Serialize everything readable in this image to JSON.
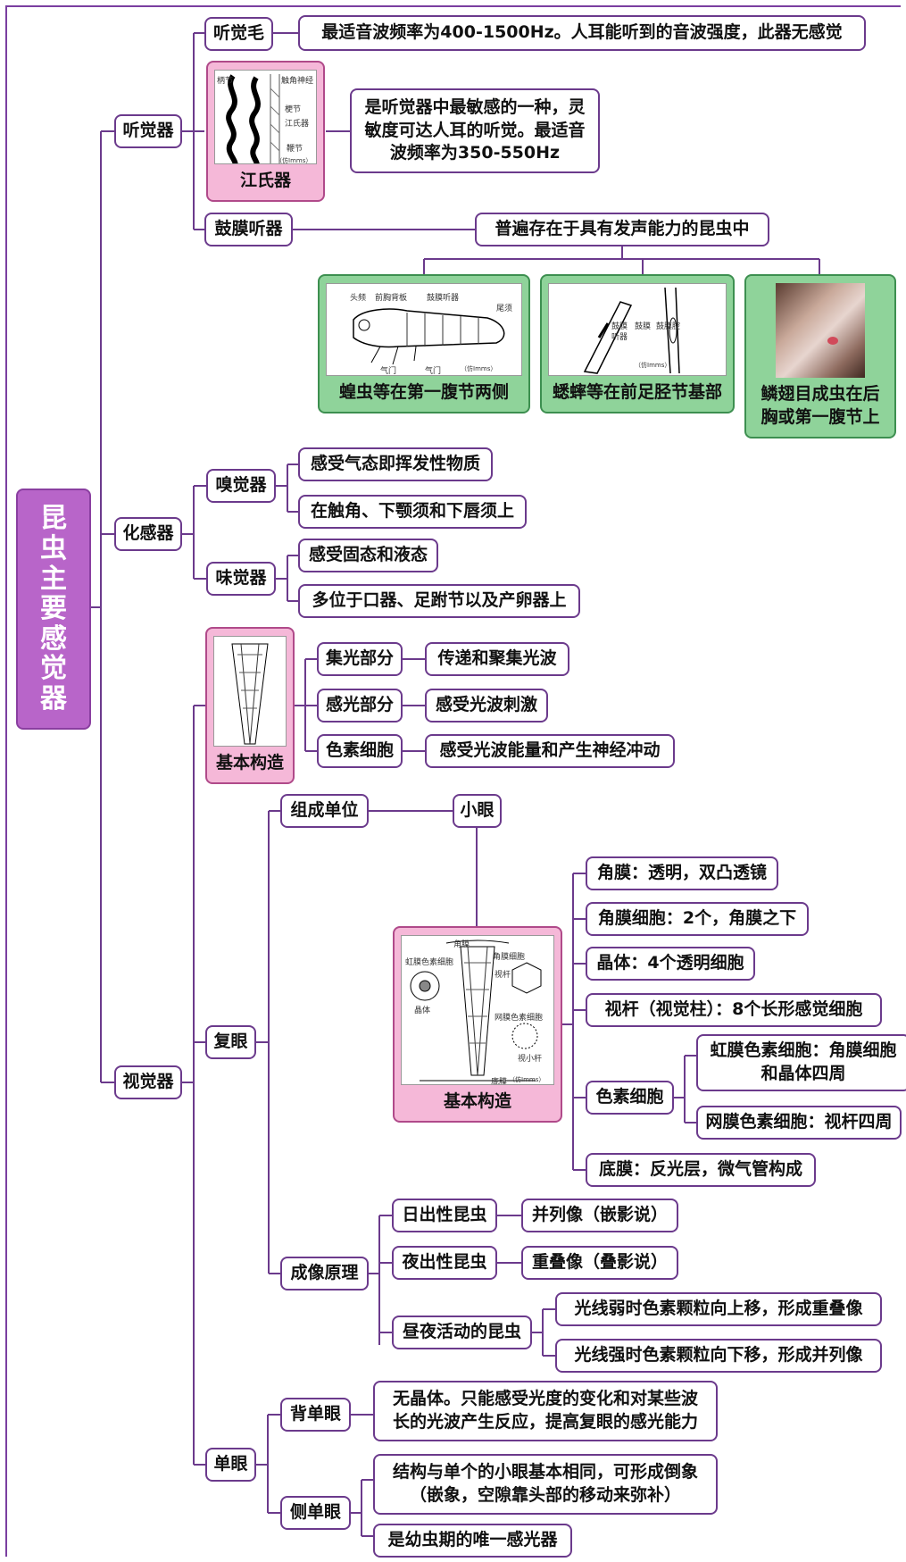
{
  "root": {
    "title": [
      "昆",
      "虫",
      "主",
      "要",
      "感",
      "觉",
      "器"
    ]
  },
  "hearing": {
    "label": "听觉器",
    "hair": {
      "label": "听觉毛",
      "desc": "最适音波频率为400-1500Hz。人耳能听到的音波强度，此器无感觉"
    },
    "johnston": {
      "caption": "江氏器",
      "desc": "是听觉器中最敏感的一种，灵敏度可达人耳的听觉。最适音波频率为350-550Hz",
      "pic_labels": [
        "柄节",
        "触角神经",
        "梗节",
        "江氏器",
        "鞭节",
        "（仿Imms）"
      ]
    },
    "tympanal": {
      "label": "鼓膜听器",
      "desc": "普遍存在于具有发声能力的昆虫中",
      "cards": [
        {
          "caption": "蝗虫等在第一腹节两侧",
          "pic_labels": [
            "头频",
            "前胸背板",
            "鼓膜听器",
            "尾须",
            "气门",
            "气门",
            "（仿Imms）"
          ]
        },
        {
          "caption": "蟋蟀等在前足胫节基部",
          "pic_labels": [
            "鼓膜",
            "鼓膜",
            "听器",
            "鼓膜腔",
            "（仿Imms）"
          ]
        },
        {
          "caption": "鳞翅目成虫在后胸或第一腹节上"
        }
      ]
    }
  },
  "chemical": {
    "label": "化感器",
    "smell": {
      "label": "嗅觉器",
      "items": [
        "感受气态即挥发性物质",
        "在触角、下颚须和下唇须上"
      ]
    },
    "taste": {
      "label": "味觉器",
      "items": [
        "感受固态和液态",
        "多位于口器、足跗节以及产卵器上"
      ]
    }
  },
  "vision": {
    "label": "视觉器",
    "basic": {
      "caption": "基本构造",
      "parts": [
        {
          "label": "集光部分",
          "desc": "传递和聚集光波"
        },
        {
          "label": "感光部分",
          "desc": "感受光波刺激"
        },
        {
          "label": "色素细胞",
          "desc": "感受光波能量和产生神经冲动"
        }
      ]
    },
    "compound": {
      "label": "复眼",
      "unit": {
        "label": "组成单位",
        "value": "小眼"
      },
      "structure": {
        "caption": "基本构造",
        "pic_labels": [
          "角膜",
          "角膜细胞",
          "虹膜色素细胞",
          "晶体",
          "视杆",
          "网膜色素细胞",
          "视小杆",
          "底膜",
          "（仿Imms）"
        ]
      },
      "parts": [
        "角膜：透明，双凸透镜",
        "角膜细胞：2个，角膜之下",
        "晶体：4个透明细胞",
        "视杆（视觉柱）：8个长形感觉细胞"
      ],
      "pigment": {
        "label": "色素细胞",
        "items": [
          "虹膜色素细胞：角膜细胞和晶体四周",
          "网膜色素细胞：视杆四周"
        ]
      },
      "base": "底膜：反光层，微气管构成",
      "imaging": {
        "label": "成像原理",
        "day": {
          "label": "日出性昆虫",
          "value": "并列像（嵌影说）"
        },
        "night": {
          "label": "夜出性昆虫",
          "value": "重叠像（叠影说）"
        },
        "both": {
          "label": "昼夜活动的昆虫",
          "items": [
            "光线弱时色素颗粒向上移，形成重叠像",
            "光线强时色素颗粒向下移，形成并列像"
          ]
        }
      }
    },
    "simple": {
      "label": "单眼",
      "dorsal": {
        "label": "背单眼",
        "desc": "无晶体。只能感受光度的变化和对某些波长的光波产生反应，提高复眼的感光能力"
      },
      "lateral": {
        "label": "侧单眼",
        "items": [
          "结构与单个的小眼基本相同，可形成倒象（嵌象，空隙靠头部的移动来弥补）",
          "是幼虫期的唯一感光器"
        ]
      }
    }
  },
  "colors": {
    "line": "#6b3a8c",
    "root_bg": "#b865c9",
    "pink_card": "#f5b8d8",
    "green_card": "#8fd39a"
  }
}
